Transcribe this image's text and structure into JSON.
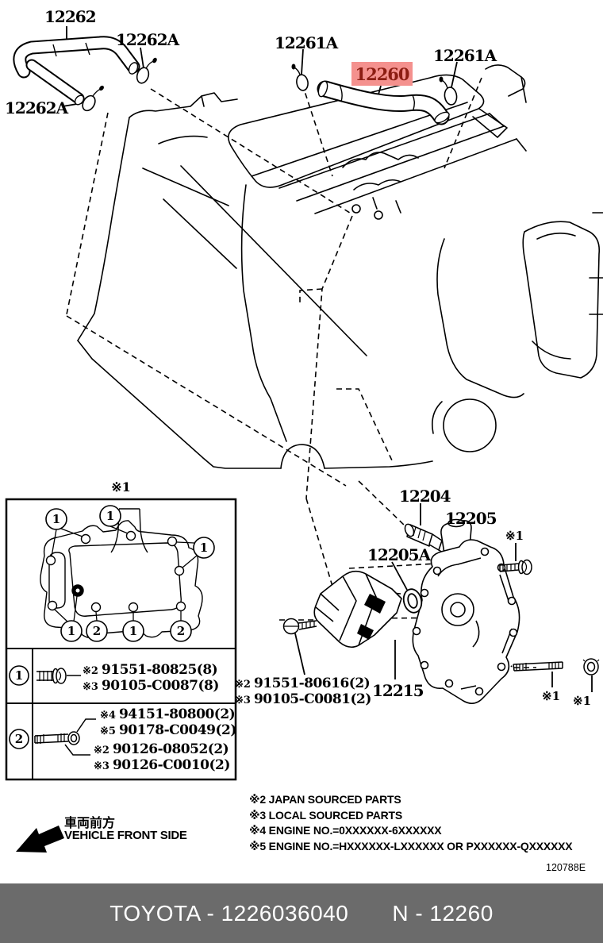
{
  "diagram": {
    "code": "120788E"
  },
  "labels": {
    "l12262": "12262",
    "l12262a_top": "12262A",
    "l12262a_left": "12262A",
    "l12261a_left": "12261A",
    "l12261a_right": "12261A",
    "l12260": "12260",
    "l12204": "12204",
    "l12205": "12205",
    "l12205a": "12205A",
    "l12215": "12215",
    "ref1_bolt_top": "※1",
    "ref1_stud_bottom": "※1",
    "ref1_nut_bottom": "※1"
  },
  "inset": {
    "title": "※1",
    "rows": [
      {
        "callout": "1",
        "lines": [
          {
            "ref": "※2",
            "num": "91551-80825(8)"
          },
          {
            "ref": "※3",
            "num": "90105-C0087(8)"
          }
        ]
      },
      {
        "callout": "2",
        "lines": [
          {
            "ref": "※4",
            "num": "94151-80800(2)"
          },
          {
            "ref": "※5",
            "num": "90178-C0049(2)"
          },
          {
            "ref": "※2",
            "num": "90126-08052(2)"
          },
          {
            "ref": "※3",
            "num": "90126-C0010(2)"
          }
        ]
      }
    ],
    "callouts": {
      "c1": "1",
      "c2": "1",
      "c3": "1",
      "c4": "1",
      "c5": "2",
      "c6": "1",
      "c7": "2"
    }
  },
  "sub_parts": {
    "lines": [
      {
        "ref": "※2",
        "num": "91551-80616(2)"
      },
      {
        "ref": "※3",
        "num": "90105-C0081(2)"
      }
    ]
  },
  "notes": [
    "※2 JAPAN SOURCED PARTS",
    "※3 LOCAL SOURCED PARTS",
    "※4 ENGINE NO.=0XXXXXX-6XXXXXX",
    "※5 ENGINE NO.=HXXXXXX-LXXXXXX OR PXXXXXX-QXXXXXX"
  ],
  "front_side": {
    "jp": "車両前方",
    "en": "VEHICLE FRONT SIDE"
  },
  "footer": {
    "catalog": "TOYOTA - 1226036040",
    "part": "N - 12260"
  },
  "colors": {
    "highlight_bg": "#f4918e",
    "highlight_text": "#8c1d12",
    "footer_bg": "#6b6b6b",
    "line": "#000000"
  }
}
